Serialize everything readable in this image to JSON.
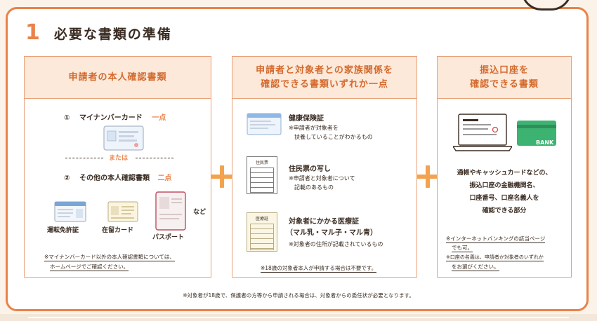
{
  "section": {
    "number": "1",
    "title": "必要な書類の準備"
  },
  "col1": {
    "title": "申請者の本人確認書類",
    "item1_num": "①",
    "item1_label": "マイナンバーカード",
    "item1_qty": "一点",
    "or_text": "または",
    "item2_num": "②",
    "item2_label": "その他の本人確認書類",
    "item2_qty": "二点",
    "docs": [
      "運転免許証",
      "在留カード",
      "パスポート"
    ],
    "etc": "など",
    "note_line1": "※マイナンバーカード以外の本人確認書類については、",
    "note_line2": "ホームページでご確認ください。"
  },
  "col2": {
    "title_line1": "申請者と対象者との家族関係を",
    "title_line2": "確認できる書類いずれか一点",
    "doc1_title": "健康保険証",
    "doc1_note1": "※申請者が対象者を",
    "doc1_note2": "扶養していることがわかるもの",
    "doc2_icon_label": "住民票",
    "doc2_title": "住民票の写し",
    "doc2_note1": "※申請者と対象者について",
    "doc2_note2": "記載のあるもの",
    "doc3_icon_label": "医療証",
    "doc3_title": "対象者にかかる医療証",
    "doc3_sub": "（マル乳・マル子・マル青）",
    "doc3_note": "※対象者の住所が記載されているもの",
    "bottom_note": "※18歳の対象者本人が申請する場合は不要です。"
  },
  "col3": {
    "title_line1": "振込口座を",
    "title_line2": "確認できる書類",
    "bank_label": "BANK",
    "desc": [
      "通帳やキャッシュカードなどの、",
      "振込口座の金融機関名、",
      "口座番号、口座名義人を",
      "確認できる部分"
    ],
    "note1_line1": "※インターネットバンキングの該当ページ",
    "note1_line2": "でも可。",
    "note2_line1": "※口座の名義は、申請者か対象者のいずれか",
    "note2_line2": "をお選びください。"
  },
  "footer": "※対象者が18歳で、保護者の方等から申請される場合は、対象者からの委任状が必要となります。",
  "colors": {
    "accent": "#e8834a",
    "header_bg": "#fce9da",
    "plus": "#f3a24f",
    "bank_card": "#3cb371"
  }
}
